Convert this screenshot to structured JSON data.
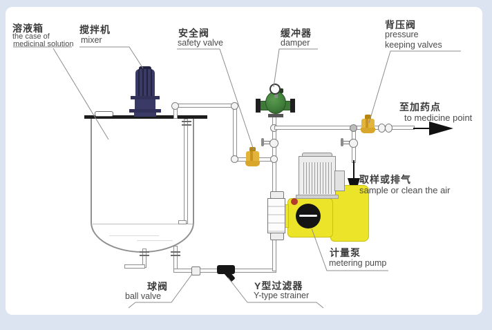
{
  "diagram_title": "chemical dosing metering pump system",
  "labels": {
    "solution_tank": {
      "zh": "溶液箱",
      "en_line1": "the case of",
      "en_line2": "medicinal solution"
    },
    "mixer": {
      "zh": "搅拌机",
      "en": "mixer"
    },
    "safety_valve": {
      "zh": "安全阀",
      "en": "safety valve"
    },
    "damper": {
      "zh": "缓冲器",
      "en": "damper"
    },
    "back_pressure_valve": {
      "zh": "背压阀",
      "en_line1": "pressure",
      "en_line2": "keeping valves"
    },
    "to_medicine_point": {
      "zh": "至加药点",
      "en": "to medicine point"
    },
    "sample_port": {
      "zh": "取样或排气",
      "en": "sample or clean the air"
    },
    "metering_pump": {
      "zh": "计量泵",
      "en": "metering pump"
    },
    "ball_valve": {
      "zh": "球阀",
      "en": "ball valve"
    },
    "y_strainer": {
      "zh": "Y型过滤器",
      "en": "Y-type strainer"
    }
  },
  "colors": {
    "background": "#dce3f1",
    "card": "#ffffff",
    "pump_yellow": "#ece428",
    "valve_gold": "#d9a62c",
    "damper_green": "#3e7b39",
    "mixer_navy": "#31315a",
    "pipe_gray": "#8f8f8f",
    "arrow_black": "#111111"
  }
}
